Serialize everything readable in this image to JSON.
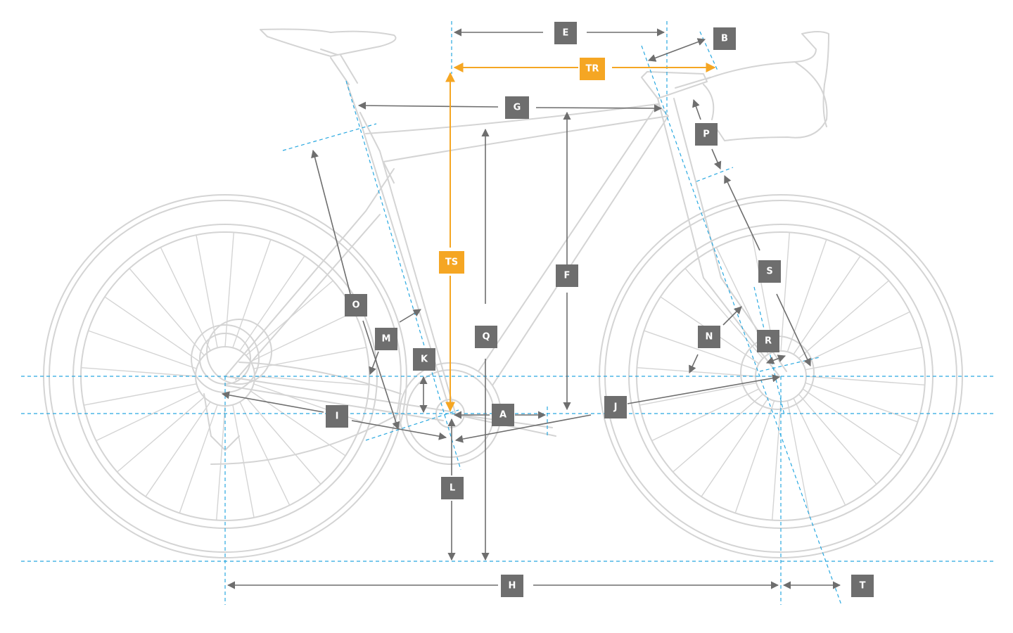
{
  "colors": {
    "guide": "#29a8e0",
    "dimension": "#6e6e6e",
    "label_bg": "#6e6e6e",
    "highlight": "#f5a623",
    "bike_outline": "#d4d4d4",
    "label_text": "#ffffff"
  },
  "labels": {
    "E": "E",
    "B": "B",
    "TR": "TR",
    "G": "G",
    "P": "P",
    "F": "F",
    "TS": "TS",
    "O": "O",
    "S": "S",
    "M": "M",
    "K": "K",
    "Q": "Q",
    "N": "N",
    "R": "R",
    "A": "A",
    "J": "J",
    "I": "I",
    "L": "L",
    "H": "H",
    "T": "T"
  }
}
